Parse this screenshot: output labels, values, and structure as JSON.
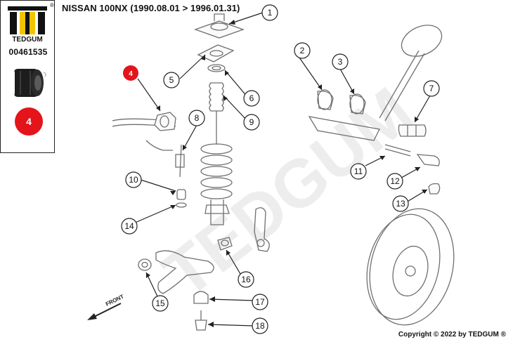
{
  "header": {
    "vehicle_title": "NISSAN 100NX (1990.08.01 > 1996.01.31)"
  },
  "sidebar": {
    "brand": "TEDGUM",
    "registered_mark": "®",
    "part_number": "00461535",
    "badge_number": "4"
  },
  "diagram": {
    "watermark": "TEDGUM",
    "front_label": "FRONT",
    "highlighted_callout": "4",
    "callouts": [
      "1",
      "2",
      "3",
      "5",
      "6",
      "7",
      "8",
      "9",
      "10",
      "11",
      "12",
      "13",
      "14",
      "15",
      "16",
      "17",
      "18"
    ]
  },
  "footer": {
    "copyright": "Copyright © 2022 by TEDGUM ®"
  },
  "colors": {
    "accent_red": "#e4141b",
    "line": "#6f6f6f",
    "watermark": "#ededed"
  }
}
